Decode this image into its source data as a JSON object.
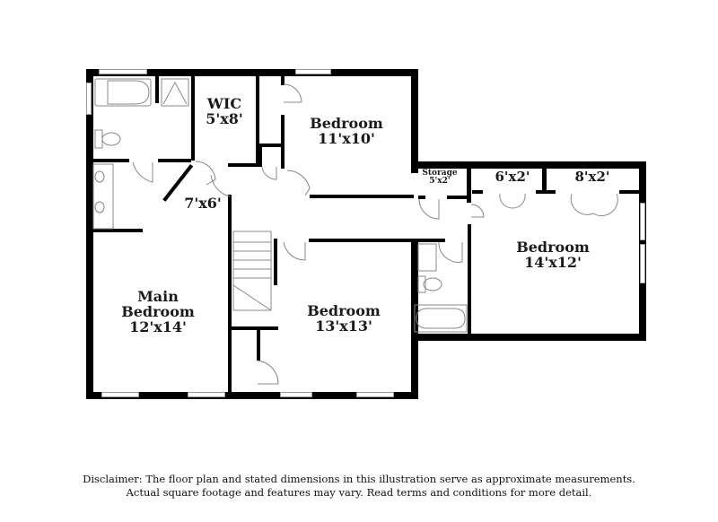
{
  "floor_plan": {
    "rooms": [
      {
        "id": "wic",
        "name": "WIC",
        "dimensions": "5'x8'"
      },
      {
        "id": "bedroom-top",
        "name": "Bedroom",
        "dimensions": "11'x10'"
      },
      {
        "id": "storage",
        "name": "Storage",
        "dimensions": "5'x2'"
      },
      {
        "id": "closet-6x2",
        "name": "",
        "dimensions": "6'x2'"
      },
      {
        "id": "closet-8x2",
        "name": "",
        "dimensions": "8'x2'"
      },
      {
        "id": "bedroom-right",
        "name": "Bedroom",
        "dimensions": "14'x12'"
      },
      {
        "id": "hall-7x6",
        "name": "",
        "dimensions": "7'x6'"
      },
      {
        "id": "main-bedroom",
        "name": "Main Bedroom",
        "name_line1": "Main",
        "name_line2": "Bedroom",
        "dimensions": "12'x14'"
      },
      {
        "id": "bedroom-center",
        "name": "Bedroom",
        "dimensions": "13'x13'"
      }
    ]
  },
  "disclaimer": {
    "line1": "Disclaimer: The floor plan and stated dimensions in this illustration serve as approximate measurements.",
    "line2": "Actual square footage and features may vary. Read terms and conditions for more detail."
  }
}
